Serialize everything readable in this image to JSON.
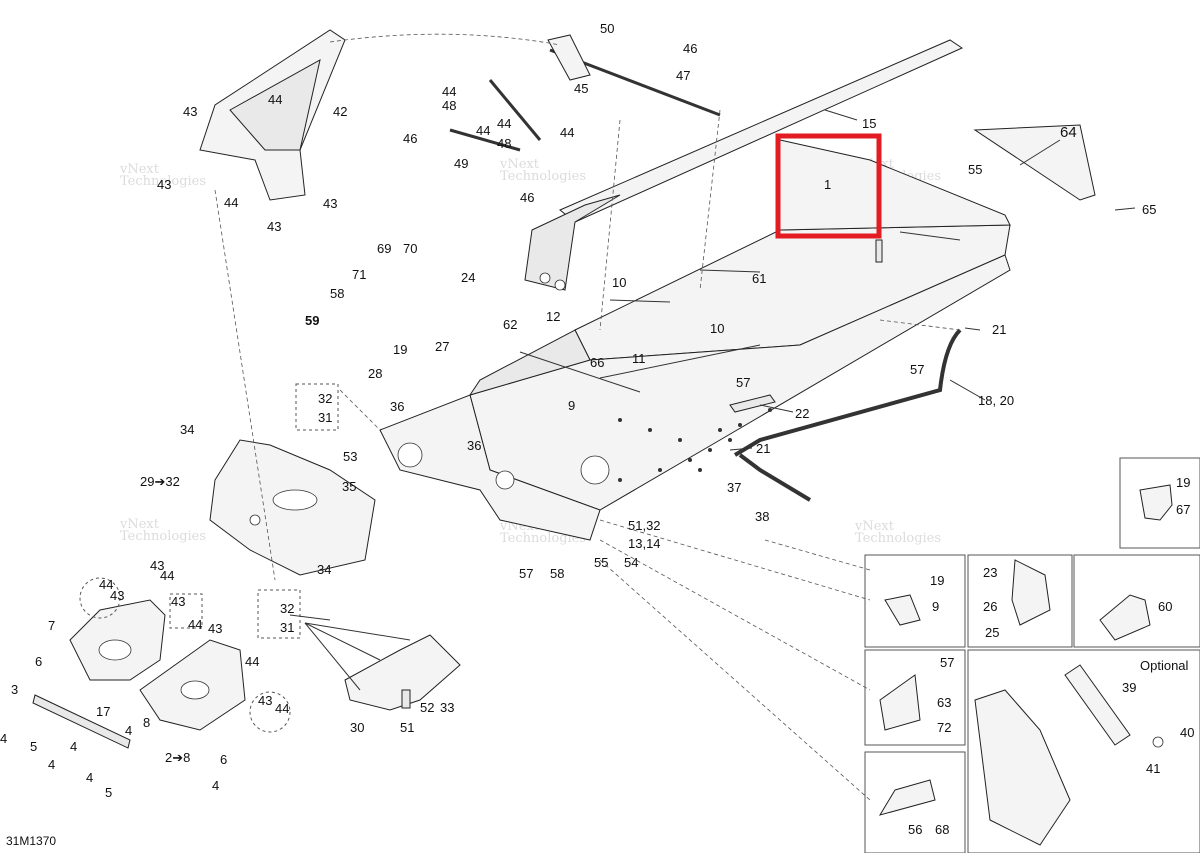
{
  "figure_code": "31M1370",
  "optional_label": "Optional",
  "watermark": [
    "vNext",
    "Technologies"
  ],
  "colors": {
    "highlight": "#e31b23",
    "line": "#222222",
    "part_fill": "#f4f4f4"
  },
  "callouts": [
    {
      "id": "c50",
      "text": "50"
    },
    {
      "id": "c46a",
      "text": "46"
    },
    {
      "id": "c47",
      "text": "47"
    },
    {
      "id": "c45",
      "text": "45"
    },
    {
      "id": "c44a",
      "text": "44"
    },
    {
      "id": "c48a",
      "text": "48"
    },
    {
      "id": "c44b",
      "text": "44"
    },
    {
      "id": "c44c",
      "text": "44"
    },
    {
      "id": "c48b",
      "text": "48"
    },
    {
      "id": "c44d",
      "text": "44"
    },
    {
      "id": "c46b",
      "text": "46"
    },
    {
      "id": "c49",
      "text": "49"
    },
    {
      "id": "c46c",
      "text": "46"
    },
    {
      "id": "c15",
      "text": "15"
    },
    {
      "id": "c64",
      "text": "64"
    },
    {
      "id": "c1",
      "text": "1"
    },
    {
      "id": "c55a",
      "text": "55"
    },
    {
      "id": "c65",
      "text": "65"
    },
    {
      "id": "c43a",
      "text": "43"
    },
    {
      "id": "c44e",
      "text": "44"
    },
    {
      "id": "c42",
      "text": "42"
    },
    {
      "id": "c43b",
      "text": "43"
    },
    {
      "id": "c44f",
      "text": "44"
    },
    {
      "id": "c43c",
      "text": "43"
    },
    {
      "id": "c43d",
      "text": "43"
    },
    {
      "id": "c69",
      "text": "69"
    },
    {
      "id": "c70",
      "text": "70"
    },
    {
      "id": "c71",
      "text": "71"
    },
    {
      "id": "c58a",
      "text": "58"
    },
    {
      "id": "c24",
      "text": "24"
    },
    {
      "id": "c10a",
      "text": "10"
    },
    {
      "id": "c61",
      "text": "61"
    },
    {
      "id": "c59",
      "text": "59"
    },
    {
      "id": "c62",
      "text": "62"
    },
    {
      "id": "c12",
      "text": "12"
    },
    {
      "id": "c10b",
      "text": "10"
    },
    {
      "id": "c21a",
      "text": "21"
    },
    {
      "id": "c27",
      "text": "27"
    },
    {
      "id": "c19a",
      "text": "19"
    },
    {
      "id": "c28",
      "text": "28"
    },
    {
      "id": "c66",
      "text": "66"
    },
    {
      "id": "c11",
      "text": "11"
    },
    {
      "id": "c57a",
      "text": "57"
    },
    {
      "id": "c57b",
      "text": "57"
    },
    {
      "id": "c18",
      "text": "18, 20"
    },
    {
      "id": "c32a",
      "text": "32"
    },
    {
      "id": "c31a",
      "text": "31"
    },
    {
      "id": "c36a",
      "text": "36"
    },
    {
      "id": "c9a",
      "text": "9"
    },
    {
      "id": "c22",
      "text": "22"
    },
    {
      "id": "c34a",
      "text": "34"
    },
    {
      "id": "c36b",
      "text": "36"
    },
    {
      "id": "c21b",
      "text": "21"
    },
    {
      "id": "c53",
      "text": "53"
    },
    {
      "id": "c29",
      "text": "29➔32"
    },
    {
      "id": "c35",
      "text": "35"
    },
    {
      "id": "c37",
      "text": "37"
    },
    {
      "id": "c19b",
      "text": "19"
    },
    {
      "id": "c67",
      "text": "67"
    },
    {
      "id": "c38",
      "text": "38"
    },
    {
      "id": "c5132",
      "text": "51,32"
    },
    {
      "id": "c1314",
      "text": "13,14"
    },
    {
      "id": "c34b",
      "text": "34"
    },
    {
      "id": "c57c",
      "text": "57"
    },
    {
      "id": "c58b",
      "text": "58"
    },
    {
      "id": "c55b",
      "text": "55"
    },
    {
      "id": "c54",
      "text": "54"
    },
    {
      "id": "c44g",
      "text": "44"
    },
    {
      "id": "c43e",
      "text": "43"
    },
    {
      "id": "c43f",
      "text": "43"
    },
    {
      "id": "c44h",
      "text": "44"
    },
    {
      "id": "c43g",
      "text": "43"
    },
    {
      "id": "c44i",
      "text": "44"
    },
    {
      "id": "c43h",
      "text": "43"
    },
    {
      "id": "c32b",
      "text": "32"
    },
    {
      "id": "c31b",
      "text": "31"
    },
    {
      "id": "c19c",
      "text": "19"
    },
    {
      "id": "c9b",
      "text": "9"
    },
    {
      "id": "c23",
      "text": "23"
    },
    {
      "id": "c26",
      "text": "26"
    },
    {
      "id": "c25",
      "text": "25"
    },
    {
      "id": "c60",
      "text": "60"
    },
    {
      "id": "c7",
      "text": "7"
    },
    {
      "id": "c6a",
      "text": "6"
    },
    {
      "id": "c44j",
      "text": "44"
    },
    {
      "id": "c57d",
      "text": "57"
    },
    {
      "id": "c63",
      "text": "63"
    },
    {
      "id": "c72",
      "text": "72"
    },
    {
      "id": "c3",
      "text": "3"
    },
    {
      "id": "c17",
      "text": "17"
    },
    {
      "id": "c43i",
      "text": "43"
    },
    {
      "id": "c44k",
      "text": "44"
    },
    {
      "id": "c8",
      "text": "8"
    },
    {
      "id": "c4a",
      "text": "4"
    },
    {
      "id": "c5a",
      "text": "5"
    },
    {
      "id": "c4b",
      "text": "4"
    },
    {
      "id": "c4c",
      "text": "4"
    },
    {
      "id": "c4d",
      "text": "4"
    },
    {
      "id": "c5b",
      "text": "5"
    },
    {
      "id": "c28x",
      "text": "2➔8"
    },
    {
      "id": "c6b",
      "text": "6"
    },
    {
      "id": "c4e",
      "text": "4"
    },
    {
      "id": "c4f",
      "text": "4"
    },
    {
      "id": "c30",
      "text": "30"
    },
    {
      "id": "c51",
      "text": "51"
    },
    {
      "id": "c52",
      "text": "52"
    },
    {
      "id": "c33",
      "text": "33"
    },
    {
      "id": "c39",
      "text": "39"
    },
    {
      "id": "c40",
      "text": "40"
    },
    {
      "id": "c41",
      "text": "41"
    },
    {
      "id": "c56",
      "text": "56"
    },
    {
      "id": "c68",
      "text": "68"
    }
  ]
}
